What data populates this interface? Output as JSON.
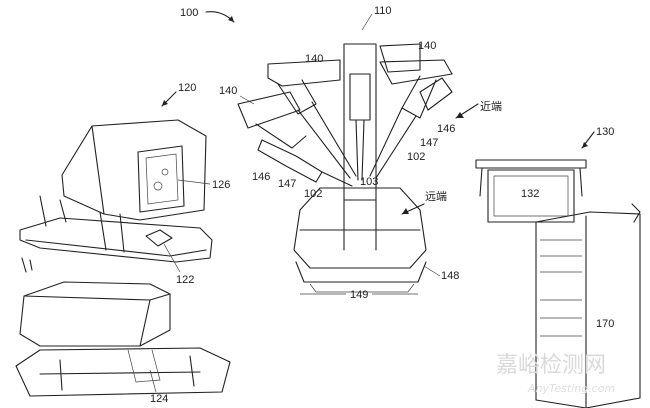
{
  "figure": {
    "system_ref": "100",
    "patient_cart": {
      "ref": "110",
      "arm_ref_top": "140",
      "arm_ref_upper": "140",
      "arm_ref_left": "140",
      "instrument_ref_a": "146",
      "instrument_ref_b": "146",
      "carriage_ref_a": "147",
      "carriage_ref_b": "147",
      "instrument_tip_ref_a": "102",
      "instrument_tip_ref_b": "102",
      "camera_ref": "103",
      "proximal_label": "近端",
      "distal_label": "远端",
      "base_ref": "148",
      "base_bottom_ref": "149"
    },
    "surgeon_console": {
      "ref": "120",
      "viewer_ref": "126",
      "control_ref": "122",
      "foot_pedal_ref": "124"
    },
    "vision_cart": {
      "ref": "130",
      "display_ref": "132",
      "cabinet_ref": "170"
    }
  },
  "watermark": {
    "cn": "嘉峪检测网",
    "en": "AnyTesting.com"
  }
}
